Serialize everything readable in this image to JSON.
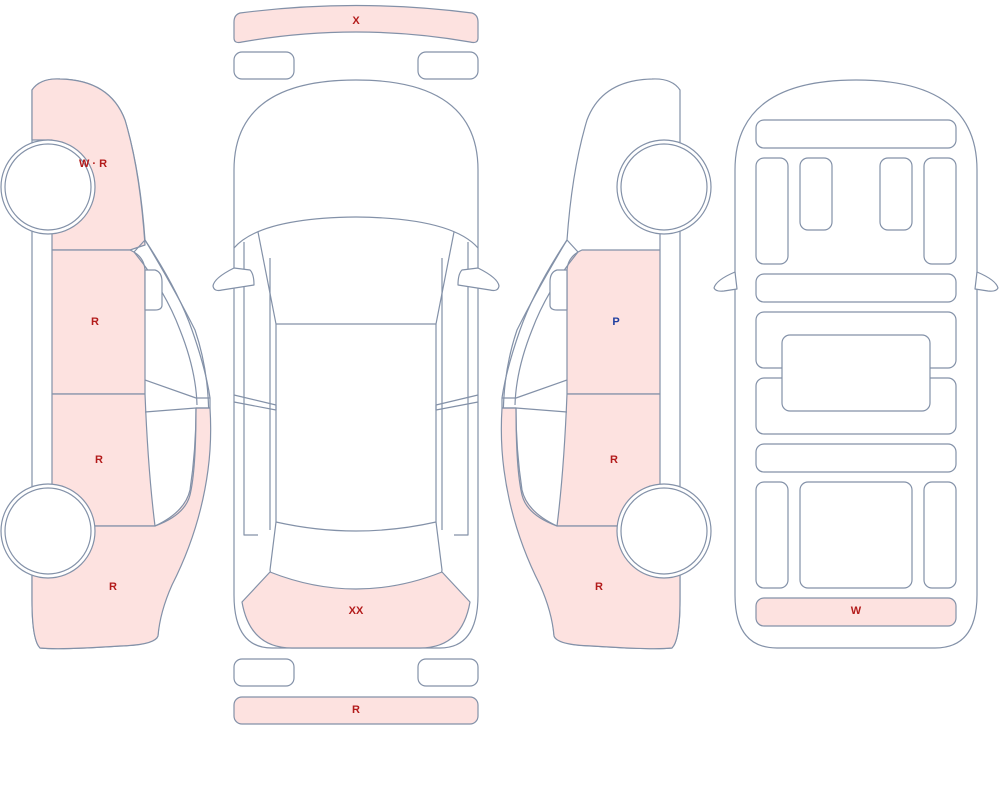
{
  "colors": {
    "outline": "#8391a8",
    "damage_fill": "#fde2e0",
    "mark_red": "#b31b1b",
    "mark_blue": "#1f3fa0"
  },
  "marks": {
    "front_bumper": "X",
    "left_front_fender": "W · R",
    "left_front_door": "R",
    "left_rear_door": "R",
    "left_rear_quarter": "R",
    "rear_hatch": "XX",
    "rear_bumper": "R",
    "right_front_door": "P",
    "right_rear_door": "R",
    "right_rear_quarter": "R",
    "floor_rear_panel": "W"
  }
}
